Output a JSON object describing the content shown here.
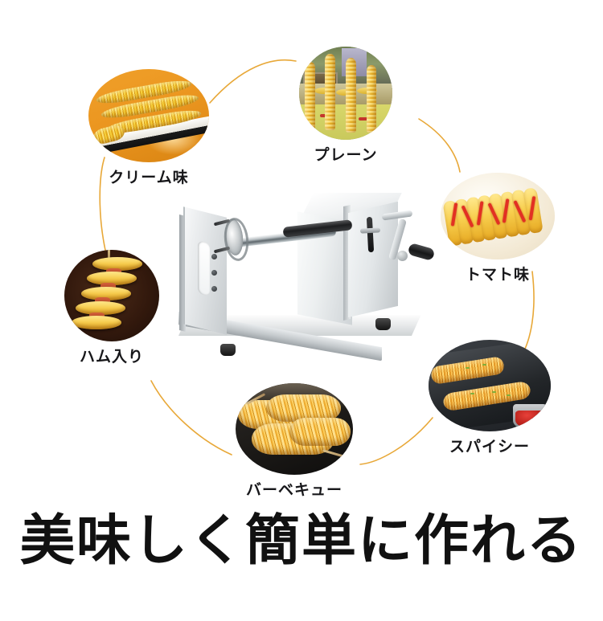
{
  "page": {
    "headline": "美味しく簡単に作れる",
    "background_color": "#ffffff",
    "arc_color": "#e8a838",
    "label_color": "#17171a"
  },
  "product": {
    "name": "spiral-potato-cutter-machine",
    "body_color": "#f2f4f5",
    "handle_color": "#1a1a1a"
  },
  "flavors": [
    {
      "id": "cream",
      "label": "クリーム味",
      "photo": "spiral-potato-chips-on-skewers-orange-background"
    },
    {
      "id": "plain",
      "label": "プレーン",
      "photo": "tall-spiral-potato-towers-street-stall"
    },
    {
      "id": "tomato",
      "label": "トマト味",
      "photo": "spiral-chips-with-ketchup-zigzag"
    },
    {
      "id": "spicy",
      "label": "スパイシー",
      "photo": "spiral-fries-on-slate-with-red-dipping-sauce"
    },
    {
      "id": "bbq",
      "label": "バーベキュー",
      "photo": "golden-spiral-fries-on-skewers-dark-background"
    },
    {
      "id": "ham",
      "label": "ハム入り",
      "photo": "potato-chips-layered-with-ham-slices"
    }
  ]
}
